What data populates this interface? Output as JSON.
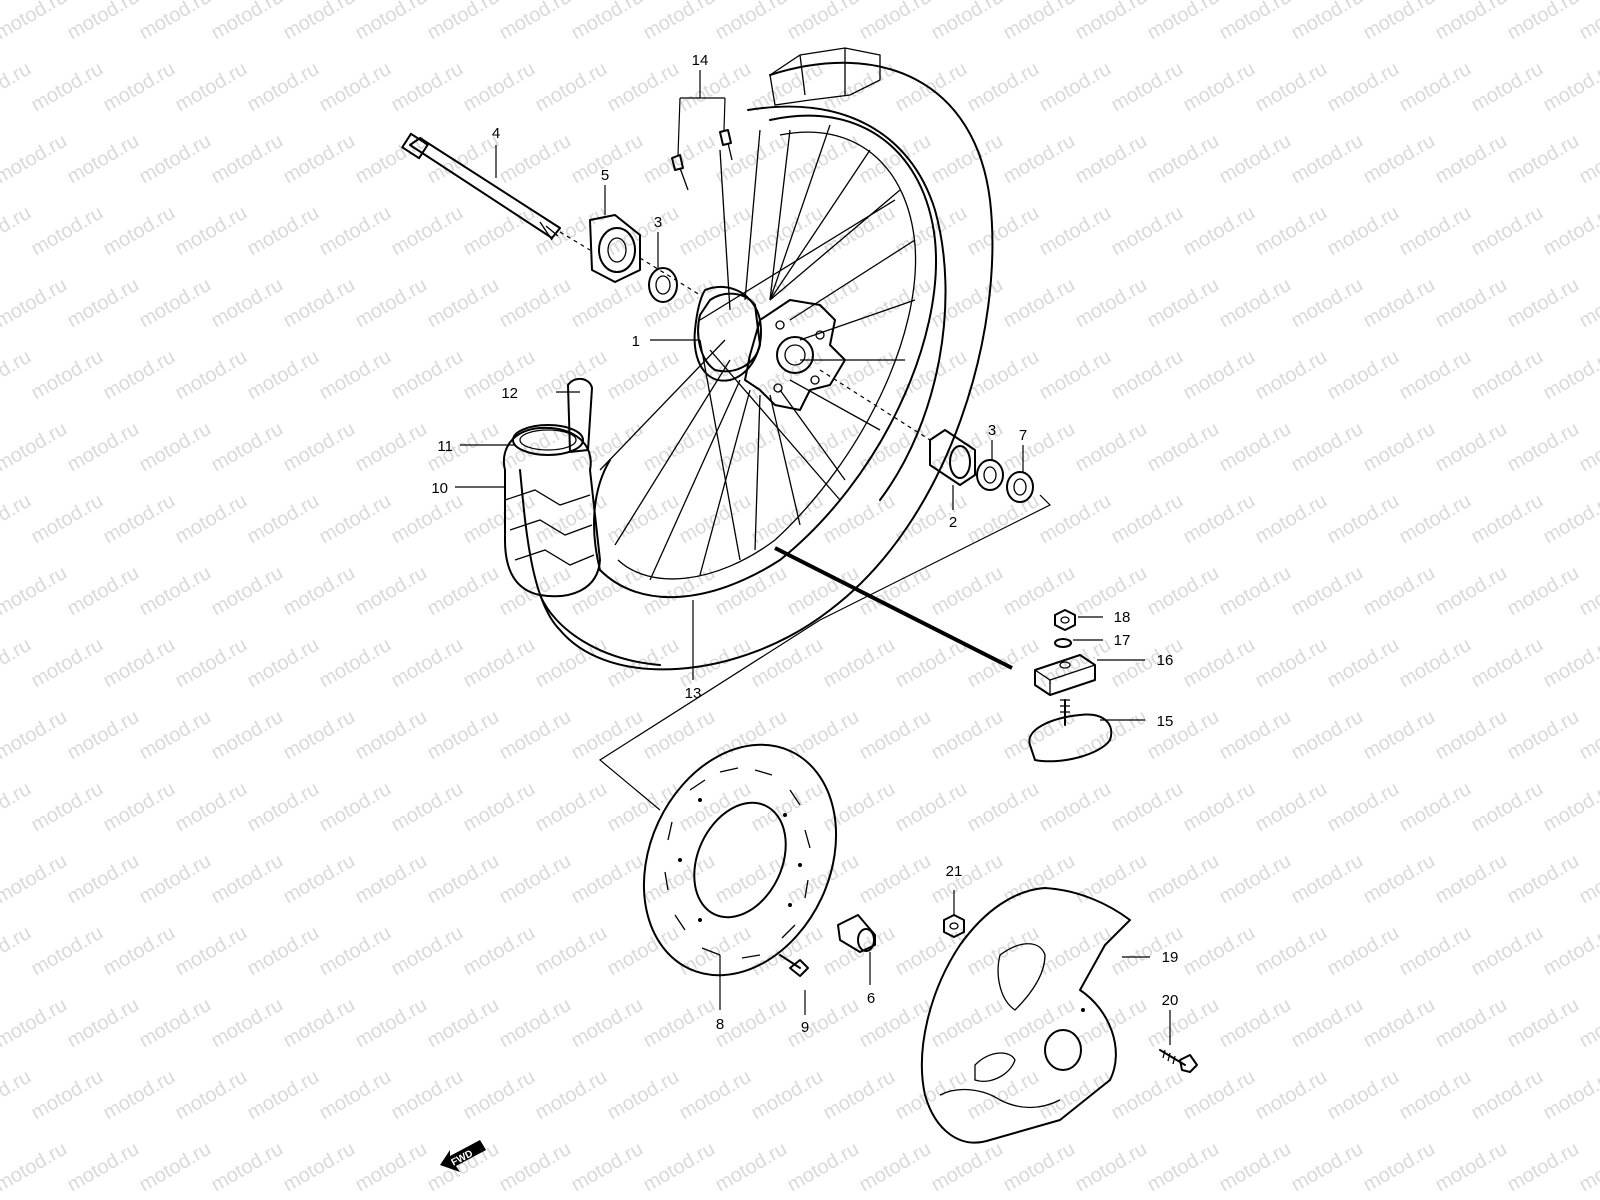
{
  "watermark": "motod.ru",
  "fwd_label": "FWD",
  "callouts": [
    {
      "id": "c1",
      "text": "1"
    },
    {
      "id": "c2",
      "text": "2"
    },
    {
      "id": "c3a",
      "text": "3"
    },
    {
      "id": "c3b",
      "text": "3"
    },
    {
      "id": "c4",
      "text": "4"
    },
    {
      "id": "c5",
      "text": "5"
    },
    {
      "id": "c6",
      "text": "6"
    },
    {
      "id": "c7",
      "text": "7"
    },
    {
      "id": "c8",
      "text": "8"
    },
    {
      "id": "c9",
      "text": "9"
    },
    {
      "id": "c10",
      "text": "10"
    },
    {
      "id": "c11",
      "text": "11"
    },
    {
      "id": "c12",
      "text": "12"
    },
    {
      "id": "c13",
      "text": "13"
    },
    {
      "id": "c14",
      "text": "14"
    },
    {
      "id": "c15",
      "text": "15"
    },
    {
      "id": "c16",
      "text": "16"
    },
    {
      "id": "c17",
      "text": "17"
    },
    {
      "id": "c18",
      "text": "18"
    },
    {
      "id": "c19",
      "text": "19"
    },
    {
      "id": "c20",
      "text": "20"
    },
    {
      "id": "c21",
      "text": "21"
    }
  ],
  "colors": {
    "line": "#000000",
    "watermark": "#d9d9d9",
    "background": "#ffffff"
  }
}
